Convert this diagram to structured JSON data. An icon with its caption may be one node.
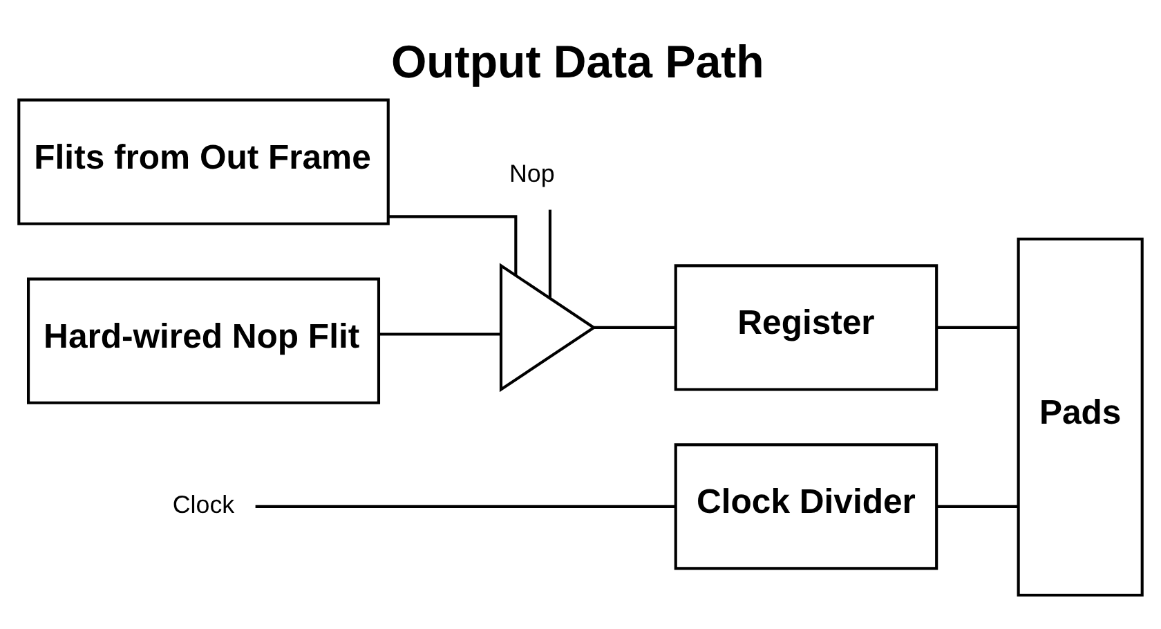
{
  "diagram": {
    "title": "Output Data Path",
    "nodes": [
      {
        "text": [
          "Flits from Out Frame"
        ]
      },
      {
        "text": [
          "Hard-wired Nop Flit"
        ]
      },
      {
        "text": [],
        "shape": "triangle"
      },
      {
        "text": [
          "Register"
        ]
      },
      {
        "text": [
          "Pads"
        ]
      },
      {
        "text": [
          "Clock Divider"
        ]
      },
      {
        "text": [
          "Nop"
        ]
      },
      {
        "text": [
          "Clock"
        ]
      }
    ],
    "edges": [
      {
        "from": 0,
        "to": 2,
        "arrow": "none"
      },
      {
        "from": 1,
        "to": 2,
        "arrow": "none"
      },
      {
        "from": 6,
        "to": 2,
        "arrow": "none"
      },
      {
        "from": 2,
        "to": 3,
        "arrow": "none"
      },
      {
        "from": 3,
        "to": 4,
        "arrow": "none"
      },
      {
        "from": 7,
        "to": 5,
        "arrow": "none"
      },
      {
        "from": 5,
        "to": 4,
        "arrow": "none"
      }
    ]
  }
}
